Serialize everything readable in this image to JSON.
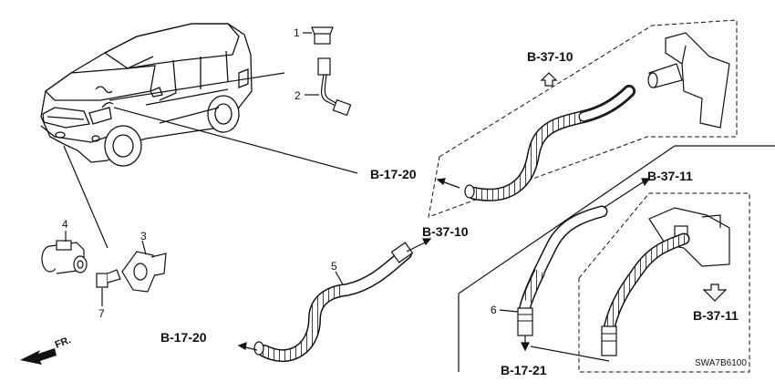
{
  "diagram": {
    "part_numbers": [
      "1",
      "2",
      "3",
      "4",
      "5",
      "6",
      "7"
    ],
    "references": {
      "b_37_10_top": "B-37-10",
      "b_17_20_mid": "B-17-20",
      "b_37_11_top": "B-37-11",
      "b_37_10_mid": "B-37-10",
      "b_17_20_bottom": "B-17-20",
      "b_37_11_bottom": "B-37-11",
      "b_17_21": "B-17-21"
    },
    "direction_label": "FR.",
    "diagram_code": "SWA7B6100"
  }
}
